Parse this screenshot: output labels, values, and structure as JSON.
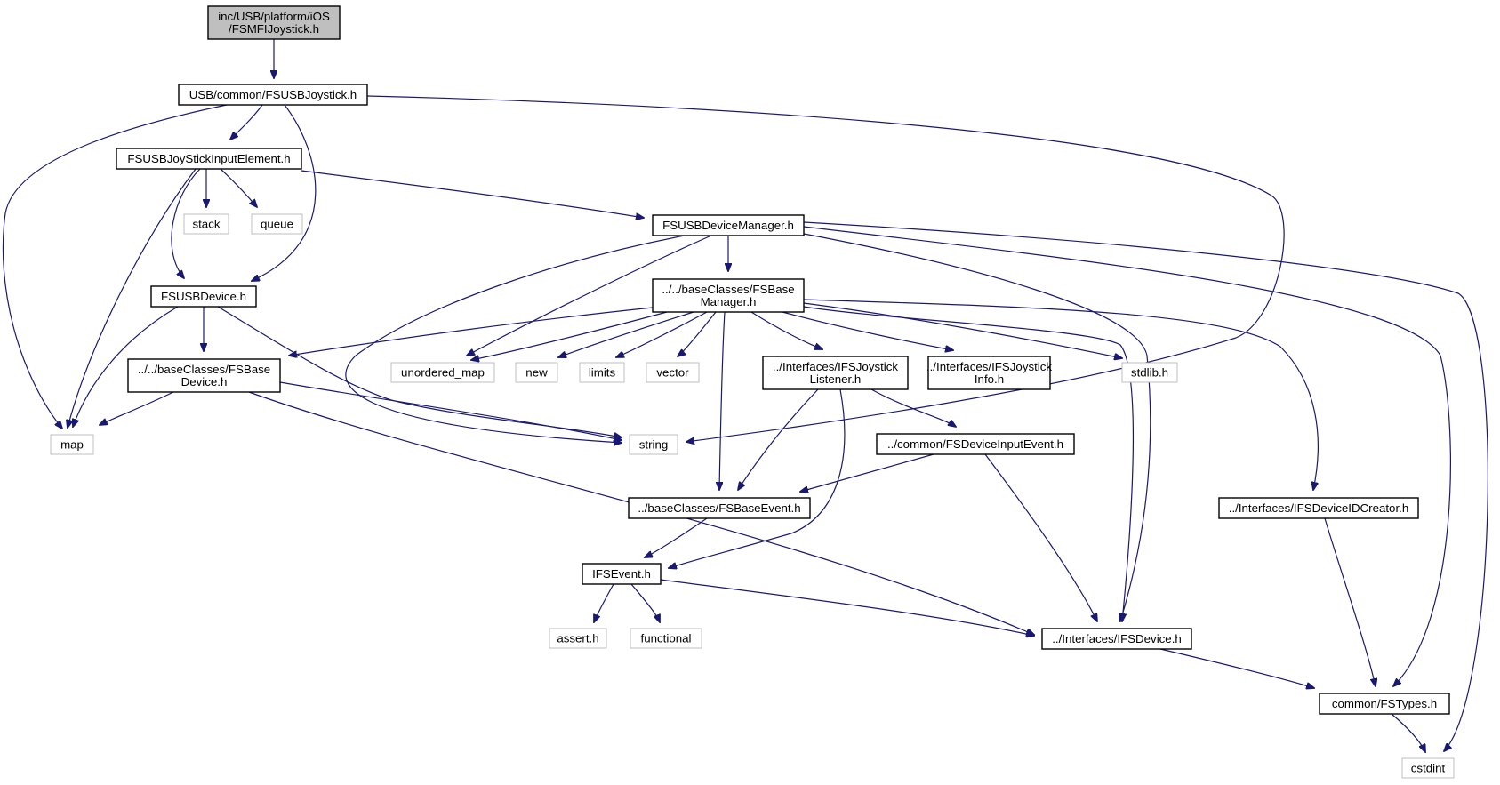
{
  "nodes": [
    {
      "id": "root",
      "lines": [
        "inc/USB/platform/iOS",
        "/FSMFIJoystick.h"
      ],
      "kind": "root"
    },
    {
      "id": "fsusbjoystick",
      "lines": [
        "USB/common/FSUSBJoystick.h"
      ],
      "kind": "file"
    },
    {
      "id": "inputelement",
      "lines": [
        "FSUSBJoyStickInputElement.h"
      ],
      "kind": "file"
    },
    {
      "id": "stack",
      "lines": [
        "stack"
      ],
      "kind": "system"
    },
    {
      "id": "queue",
      "lines": [
        "queue"
      ],
      "kind": "system"
    },
    {
      "id": "devicemanager",
      "lines": [
        "FSUSBDeviceManager.h"
      ],
      "kind": "file"
    },
    {
      "id": "basemanager",
      "lines": [
        "../../baseClasses/FSBase",
        "Manager.h"
      ],
      "kind": "file"
    },
    {
      "id": "fsusbdevice",
      "lines": [
        "FSUSBDevice.h"
      ],
      "kind": "file"
    },
    {
      "id": "basedevice",
      "lines": [
        "../../baseClasses/FSBase",
        "Device.h"
      ],
      "kind": "file"
    },
    {
      "id": "map",
      "lines": [
        "map"
      ],
      "kind": "system"
    },
    {
      "id": "unordered_map",
      "lines": [
        "unordered_map"
      ],
      "kind": "system"
    },
    {
      "id": "new",
      "lines": [
        "new"
      ],
      "kind": "system"
    },
    {
      "id": "limits",
      "lines": [
        "limits"
      ],
      "kind": "system"
    },
    {
      "id": "vector",
      "lines": [
        "vector"
      ],
      "kind": "system"
    },
    {
      "id": "joysticklistener",
      "lines": [
        "../Interfaces/IFSJoystick",
        "Listener.h"
      ],
      "kind": "file"
    },
    {
      "id": "joystickinfo",
      "lines": [
        "../Interfaces/IFSJoystick",
        "Info.h"
      ],
      "kind": "file"
    },
    {
      "id": "stdlib",
      "lines": [
        "stdlib.h"
      ],
      "kind": "system"
    },
    {
      "id": "string",
      "lines": [
        "string"
      ],
      "kind": "system"
    },
    {
      "id": "deviceinputevent",
      "lines": [
        "../common/FSDeviceInputEvent.h"
      ],
      "kind": "file"
    },
    {
      "id": "baseevent",
      "lines": [
        "../baseClasses/FSBaseEvent.h"
      ],
      "kind": "file"
    },
    {
      "id": "deviceidcreator",
      "lines": [
        "../Interfaces/IFSDeviceIDCreator.h"
      ],
      "kind": "file"
    },
    {
      "id": "ifsevent",
      "lines": [
        "IFSEvent.h"
      ],
      "kind": "file"
    },
    {
      "id": "assert",
      "lines": [
        "assert.h"
      ],
      "kind": "system"
    },
    {
      "id": "functional",
      "lines": [
        "functional"
      ],
      "kind": "system"
    },
    {
      "id": "ifsdevice",
      "lines": [
        "../Interfaces/IFSDevice.h"
      ],
      "kind": "file"
    },
    {
      "id": "fstypes",
      "lines": [
        "common/FSTypes.h"
      ],
      "kind": "file"
    },
    {
      "id": "cstdint",
      "lines": [
        "cstdint"
      ],
      "kind": "system"
    }
  ],
  "edges": [
    [
      "root",
      "fsusbjoystick"
    ],
    [
      "fsusbjoystick",
      "inputelement"
    ],
    [
      "fsusbjoystick",
      "map"
    ],
    [
      "fsusbjoystick",
      "fsusbdevice"
    ],
    [
      "fsusbjoystick",
      "string"
    ],
    [
      "inputelement",
      "stack"
    ],
    [
      "inputelement",
      "queue"
    ],
    [
      "inputelement",
      "devicemanager"
    ],
    [
      "inputelement",
      "fsusbdevice"
    ],
    [
      "inputelement",
      "map"
    ],
    [
      "devicemanager",
      "basemanager"
    ],
    [
      "devicemanager",
      "unordered_map"
    ],
    [
      "devicemanager",
      "string"
    ],
    [
      "devicemanager",
      "ifsdevice"
    ],
    [
      "devicemanager",
      "fstypes"
    ],
    [
      "devicemanager",
      "cstdint"
    ],
    [
      "fsusbdevice",
      "basedevice"
    ],
    [
      "fsusbdevice",
      "map"
    ],
    [
      "fsusbdevice",
      "string"
    ],
    [
      "basedevice",
      "map"
    ],
    [
      "basedevice",
      "string"
    ],
    [
      "basedevice",
      "ifsdevice"
    ],
    [
      "basemanager",
      "basedevice"
    ],
    [
      "basemanager",
      "unordered_map"
    ],
    [
      "basemanager",
      "new"
    ],
    [
      "basemanager",
      "limits"
    ],
    [
      "basemanager",
      "vector"
    ],
    [
      "basemanager",
      "baseevent"
    ],
    [
      "basemanager",
      "joysticklistener"
    ],
    [
      "basemanager",
      "joystickinfo"
    ],
    [
      "basemanager",
      "stdlib"
    ],
    [
      "basemanager",
      "ifsdevice"
    ],
    [
      "basemanager",
      "deviceidcreator"
    ],
    [
      "joysticklistener",
      "baseevent"
    ],
    [
      "joysticklistener",
      "deviceinputevent"
    ],
    [
      "joysticklistener",
      "ifsevent"
    ],
    [
      "deviceinputevent",
      "baseevent"
    ],
    [
      "deviceinputevent",
      "ifsdevice"
    ],
    [
      "baseevent",
      "ifsevent"
    ],
    [
      "ifsevent",
      "assert"
    ],
    [
      "ifsevent",
      "functional"
    ],
    [
      "ifsevent",
      "ifsdevice"
    ],
    [
      "ifsdevice",
      "fstypes"
    ],
    [
      "deviceidcreator",
      "fstypes"
    ],
    [
      "fstypes",
      "cstdint"
    ]
  ],
  "colors": {
    "edge": "#191970",
    "root_fill": "#bfbfbf",
    "file_border": "#000000",
    "system_border": "#bfbfbf",
    "text": "#000000"
  }
}
